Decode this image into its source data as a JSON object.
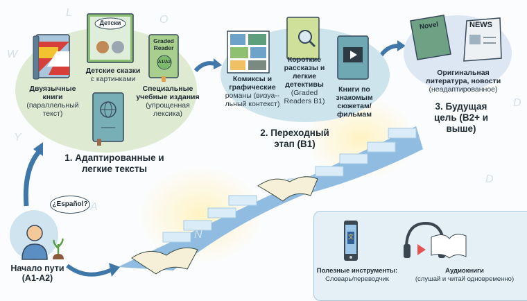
{
  "stage1": {
    "title": "1. Адаптированные и легкие тексты",
    "items": [
      {
        "title": "Двуязычные книги",
        "note": "(параллельный текст)"
      },
      {
        "title": "Детские сказки",
        "note": "с картинками",
        "cover": "Детски"
      },
      {
        "title": "Специальные учебные издания",
        "note": "(упрощенная лексика)",
        "cover": "Graded Reader",
        "badge": "A1/A2"
      }
    ]
  },
  "stage2": {
    "title": "2. Переходный этап (B1)",
    "items": [
      {
        "title": "Комиксы и графические",
        "note": "романы (визуа--льный контекст)"
      },
      {
        "title": "Короткие рассказы и легкие детективы",
        "note": "(Graded Readers B1)"
      },
      {
        "title": "Книги по знакомым сюжетам/ фильмам",
        "note": ""
      }
    ]
  },
  "stage3": {
    "title": "3. Будущая цель (B2+ и выше)",
    "item": {
      "title": "Оригинальная литература, новости",
      "note": "(неадаптированное)"
    },
    "novel": "Novel",
    "news": "NEWS"
  },
  "start": {
    "title": "Начало пути (A1-A2)",
    "bubble": "¿Español?"
  },
  "tools": [
    {
      "title": "Полезные инструменты:",
      "note": "Словарь/переводчик",
      "icon": "文"
    },
    {
      "title": "Аудиокниги",
      "note": "(слушай и читай одновременно)"
    }
  ],
  "colors": {
    "stage1": "#dfead3",
    "stage2": "#cde4ec",
    "stage3": "#dde6f3",
    "arrow": "#3f78a8"
  }
}
